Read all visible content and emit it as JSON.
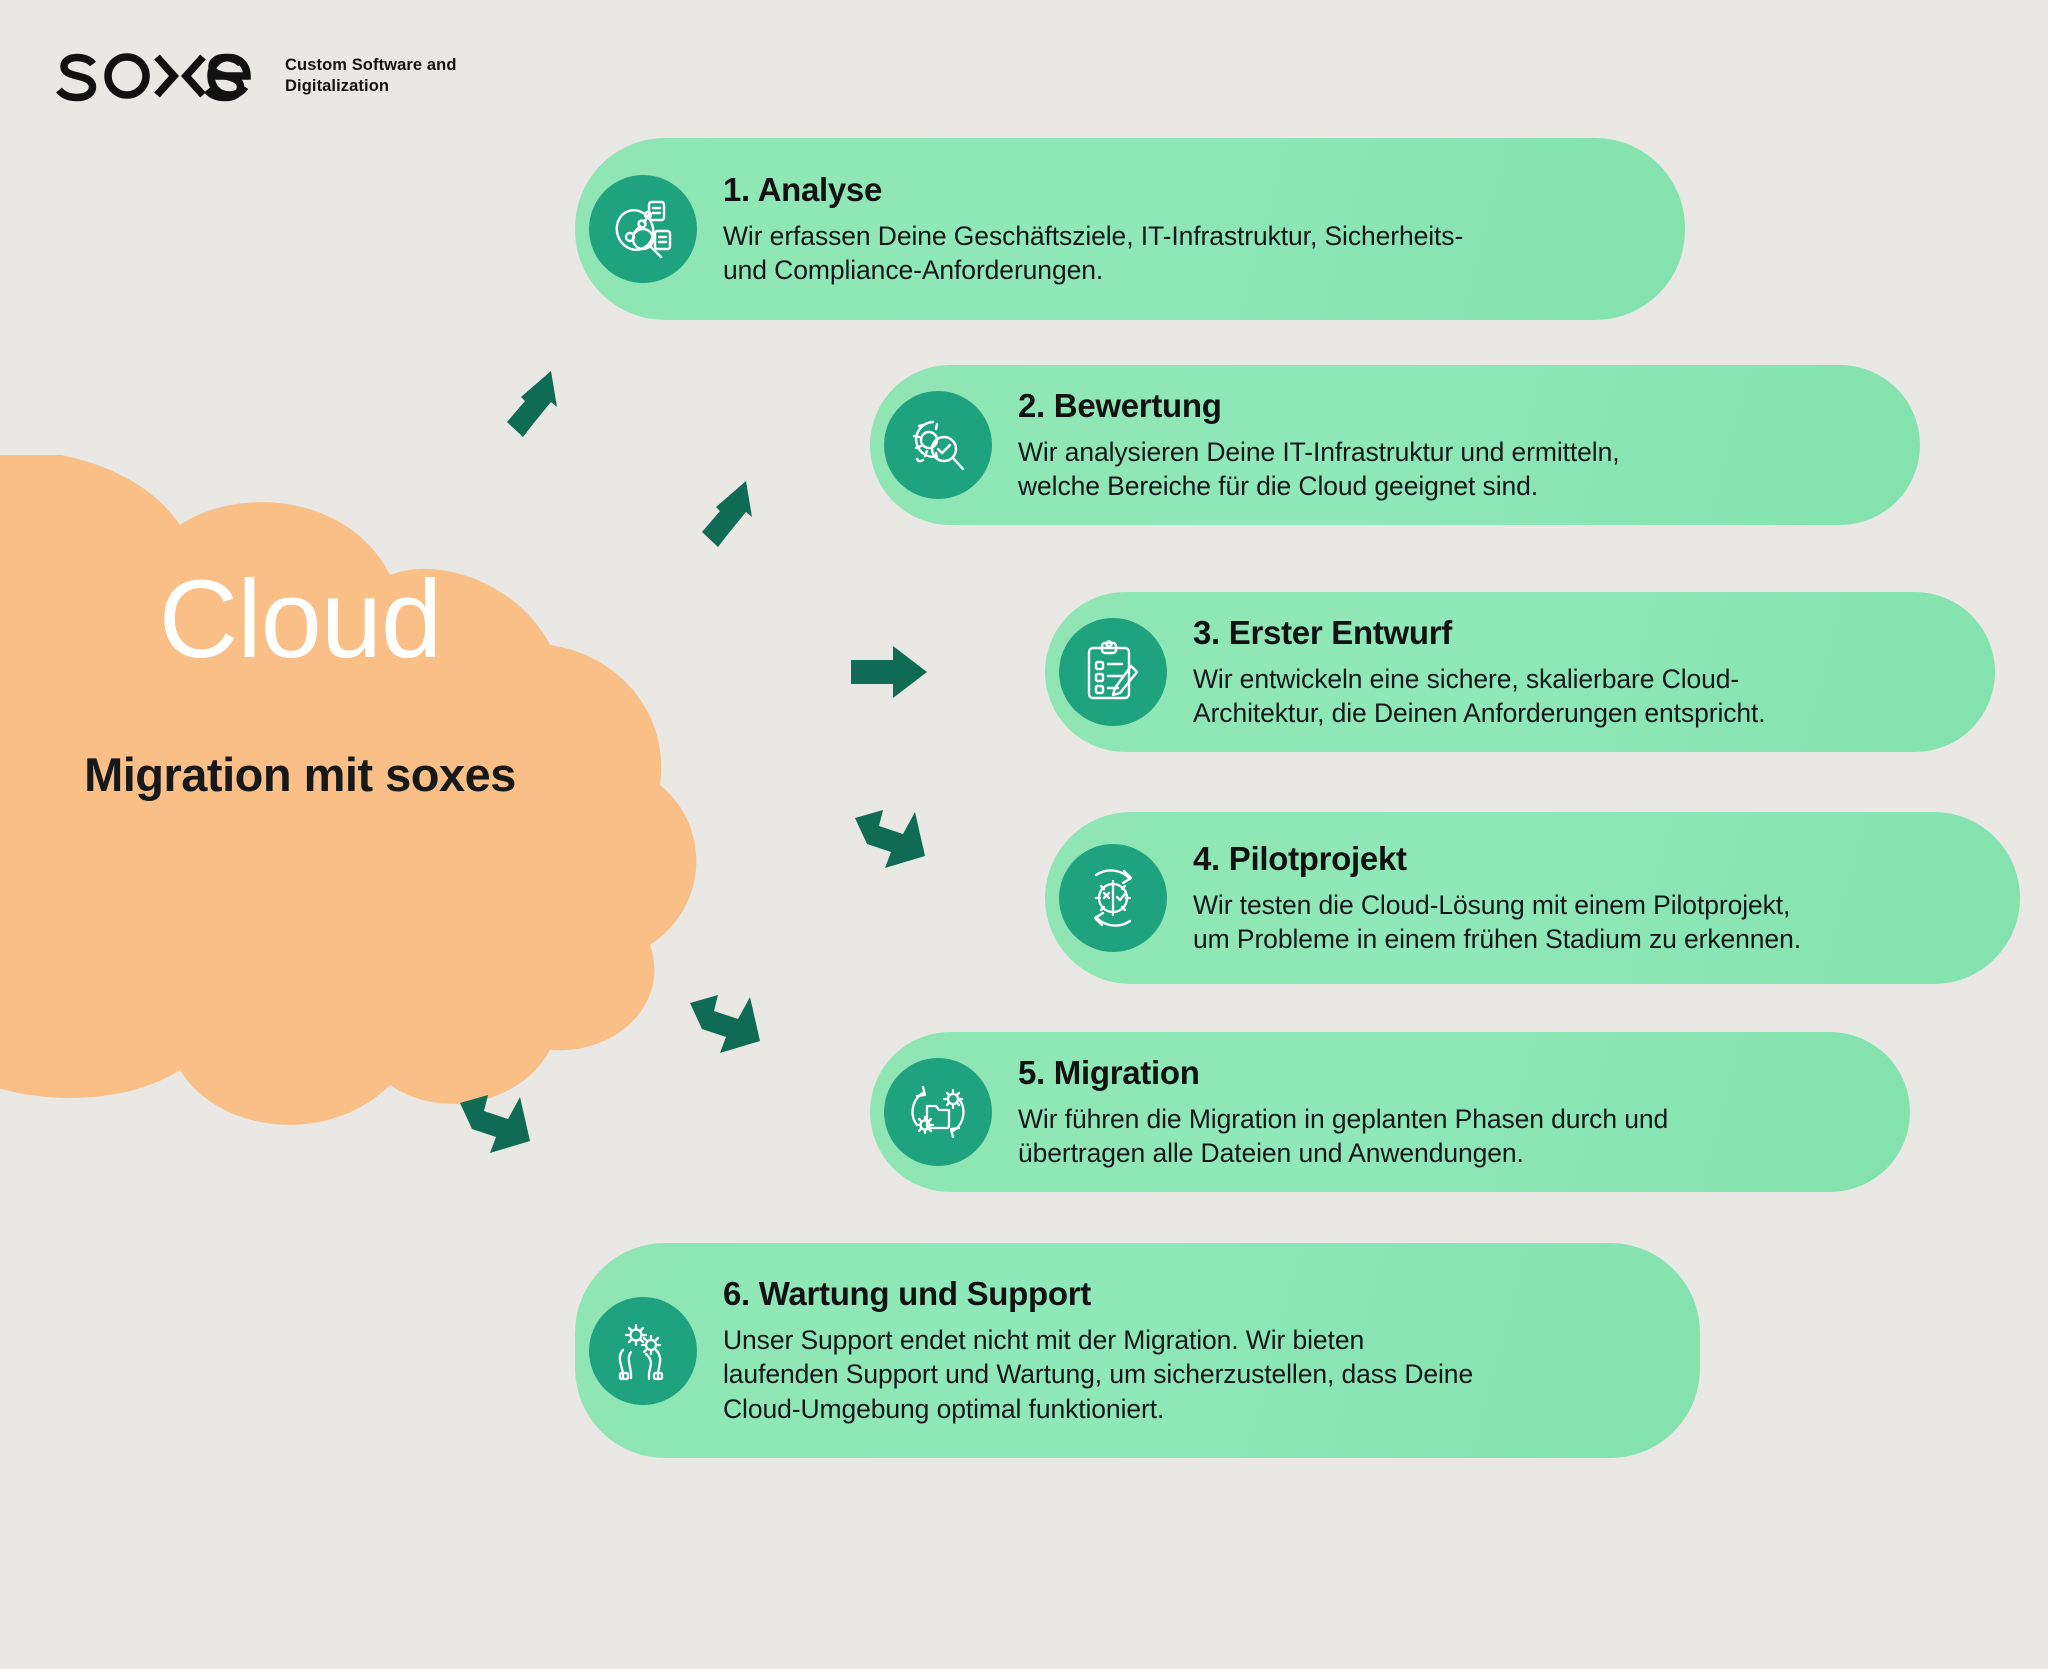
{
  "brand": {
    "logo_wordmark": "soxes",
    "tagline": "Custom Software and\nDigitalization"
  },
  "cloud": {
    "title": "Cloud",
    "subtitle": "Migration mit soxes",
    "fill_color": "#f9bf86"
  },
  "palette": {
    "background": "#eae8e4",
    "card_green": "#8ce7b5",
    "icon_circle_green": "#1fa37f",
    "arrow_green": "#0f6b53",
    "title_black": "#121212"
  },
  "steps": [
    {
      "number": "1",
      "title": "1. Analyse",
      "desc": "Wir erfassen Deine Geschäftsziele, IT-Infrastruktur, Sicherheits-\nund Compliance-Anforderungen.",
      "icon": "magnifier-network-documents-icon"
    },
    {
      "number": "2",
      "title": "2. Bewertung",
      "desc": "Wir analysieren Deine IT-Infrastruktur und ermitteln,\nwelche Bereiche für die Cloud geeignet sind.",
      "icon": "gear-magnifier-check-icon"
    },
    {
      "number": "3",
      "title": "3. Erster Entwurf",
      "desc": "Wir entwickeln eine sichere, skalierbare Cloud-\nArchitektur, die Deinen Anforderungen entspricht.",
      "icon": "clipboard-checklist-pen-icon"
    },
    {
      "number": "4",
      "title": "4. Pilotprojekt",
      "desc": "Wir testen die Cloud-Lösung mit einem Pilotprojekt,\num Probleme in einem frühen Stadium zu erkennen.",
      "icon": "gear-test-cycle-icon"
    },
    {
      "number": "5",
      "title": "5. Migration",
      "desc": "Wir führen die Migration in geplanten Phasen durch und\nübertragen alle Dateien und Anwendungen.",
      "icon": "folder-gears-sync-icon"
    },
    {
      "number": "6",
      "title": "6. Wartung und Support",
      "desc": "Unser Support endet nicht mit der Migration. Wir bieten\nlaufenden Support und Wartung, um sicherzustellen, dass Deine\nCloud-Umgebung optimal funktioniert.",
      "icon": "hands-holding-gears-icon"
    }
  ],
  "arrows": [
    {
      "name": "arrow-to-step-1",
      "direction": "up-right"
    },
    {
      "name": "arrow-to-step-2",
      "direction": "up-right"
    },
    {
      "name": "arrow-to-step-3",
      "direction": "right"
    },
    {
      "name": "arrow-to-step-4",
      "direction": "down-right"
    },
    {
      "name": "arrow-to-step-5",
      "direction": "down-right"
    },
    {
      "name": "arrow-to-step-6",
      "direction": "down-right"
    }
  ]
}
